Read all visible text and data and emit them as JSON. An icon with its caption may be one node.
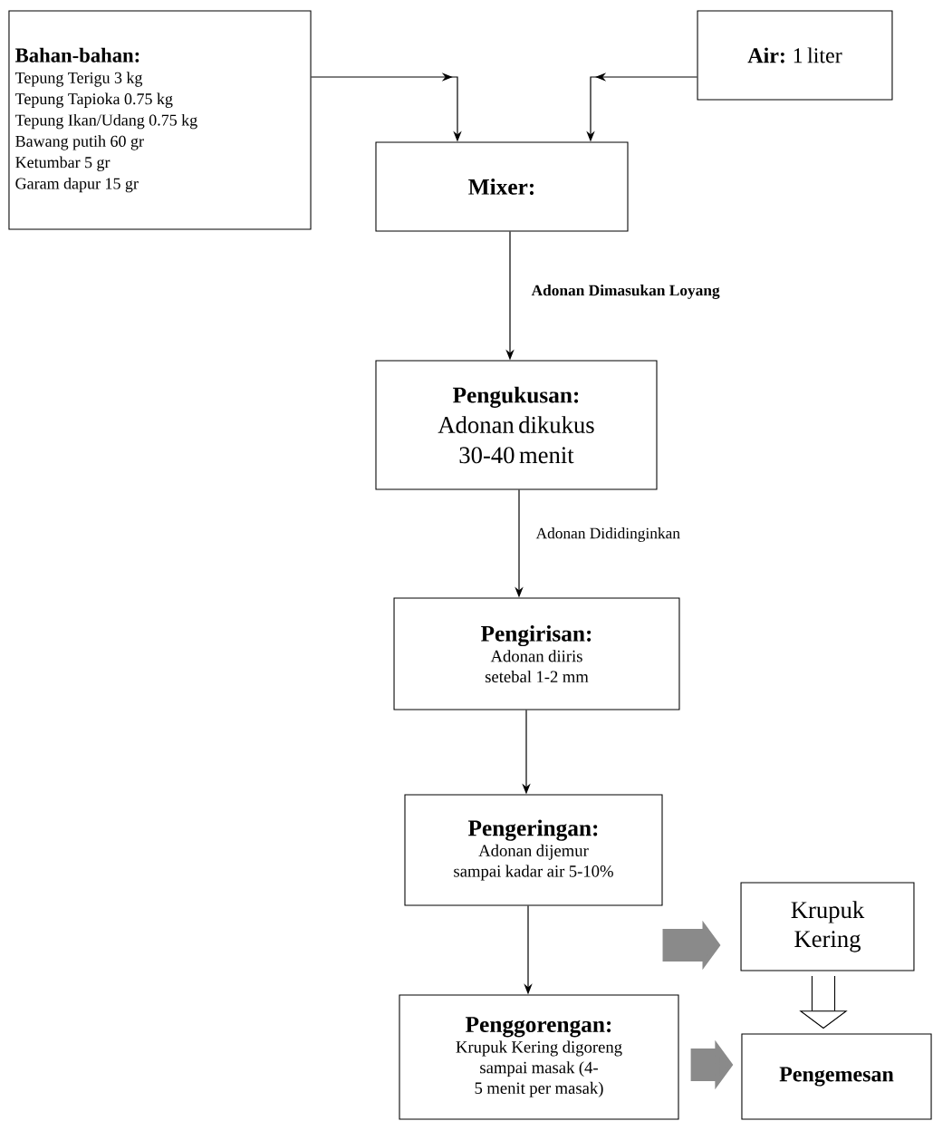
{
  "diagram": {
    "nodes": [
      {
        "text": [
          "Bahan-bahan:",
          "Tepung Terigu 3 kg",
          "Tepung Tapioka 0.75 kg",
          "Tepung Ikan/Udang 0.75 kg",
          "Bawang putih 60 gr",
          "Ketumbar 5 gr",
          "Garam dapur 15 gr"
        ]
      },
      {
        "text": [
          "**Air:** 1 liter"
        ]
      },
      {
        "text": [
          "Mixer:"
        ]
      },
      {
        "text": [
          "Pengukusan:",
          "Adonan dikukus 30-40 menit"
        ]
      },
      {
        "text": [
          "Pengirisan:",
          "Adonan diiris setebal 1-2 mm"
        ]
      },
      {
        "text": [
          "Pengeringan:",
          "Adonan dijemur sampai kadar air 5-10%"
        ]
      },
      {
        "text": [
          "Penggorengan:",
          "Krupuk Kering digoreng sampai masak (4-5 menit per masak)"
        ]
      },
      {
        "text": [
          "Krupuk Kering"
        ]
      },
      {
        "text": [
          "Pengemesan"
        ]
      }
    ],
    "edges": [
      {
        "from": 0,
        "to": 2,
        "arrow": "to"
      },
      {
        "from": 1,
        "to": 2,
        "arrow": "to"
      },
      {
        "from": 2,
        "to": 3,
        "arrow": "to",
        "label": "Adonan Dimasukan Loyang"
      },
      {
        "from": 3,
        "to": 4,
        "arrow": "to",
        "label": "Adonan Dididinginkan"
      },
      {
        "from": 4,
        "to": 5,
        "arrow": "to"
      },
      {
        "from": 5,
        "to": 6,
        "arrow": "to"
      },
      {
        "from": 5,
        "to": 7,
        "arrow": "to",
        "style": "thick",
        "color": "#8a8a8a"
      },
      {
        "from": 6,
        "to": 8,
        "arrow": "to",
        "style": "thick",
        "color": "#8a8a8a"
      },
      {
        "from": 7,
        "to": 8,
        "arrow": "to",
        "style": "thick"
      }
    ]
  }
}
